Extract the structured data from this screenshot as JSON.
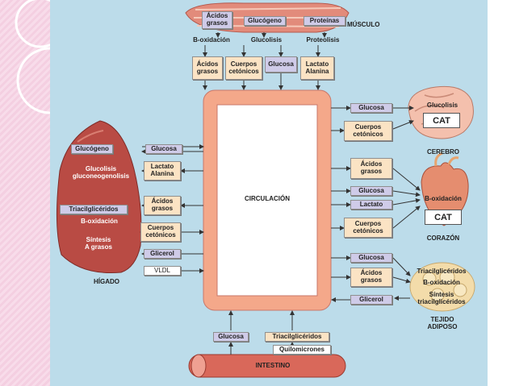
{
  "muscle": {
    "label": "MÚSCULO",
    "top_boxes": [
      "Ácidos\ngrasos",
      "Glucógeno",
      "Proteínas"
    ],
    "processes": [
      "B-oxidación",
      "Glucolisis",
      "Proteolisis"
    ],
    "outputs": [
      "Ácidos\ngrasos",
      "Cuerpos\ncetónicos",
      "Glucosa",
      "Lactato\nAlanina"
    ]
  },
  "circulation": {
    "label": "CIRCULACIÓN"
  },
  "brain": {
    "label": "CEREBRO",
    "inputs": [
      "Glucosa",
      "Cuerpos\ncetónicos"
    ],
    "process": "Glucolisis",
    "cat": "CAT"
  },
  "heart": {
    "label": "CORAZÓN",
    "inputs": [
      "Ácidos\ngrasos",
      "Glucosa",
      "Lactato",
      "Cuerpos\ncetónicos"
    ],
    "process": "B-oxidación",
    "cat": "CAT"
  },
  "adipose": {
    "label": "TEJIDO\nADIPOSO",
    "inputs": [
      "Glucosa",
      "Ácidos\ngrasos",
      "Glicerol"
    ],
    "processes": [
      "Triacilglicéridos",
      "B-oxidación",
      "Síntesis\ntriacilglicéridos"
    ]
  },
  "liver": {
    "label": "HÍGADO",
    "processes": [
      "Glucógeno",
      "Glucolisis\ngluconeogenolisis",
      "Triacilglicéridos",
      "B-oxidación",
      "Síntesis\nA grasos"
    ],
    "exchanges": [
      "Glucosa",
      "Lactato\nAlanina",
      "Ácidos\ngrasos",
      "Cuerpos\ncetónicos",
      "Glicerol",
      "VLDL"
    ]
  },
  "intestine": {
    "label": "INTESTINO",
    "outputs": [
      "Glucosa",
      "Triacilglicéridos",
      "Quilomicrones"
    ]
  },
  "colors": {
    "slide_bg": "#bcdcea",
    "circulation_ring": "#f4a88a",
    "tissue_red": "#c4574c",
    "input_box": "#fbe3c4",
    "process_box": "#cfcbe8"
  }
}
